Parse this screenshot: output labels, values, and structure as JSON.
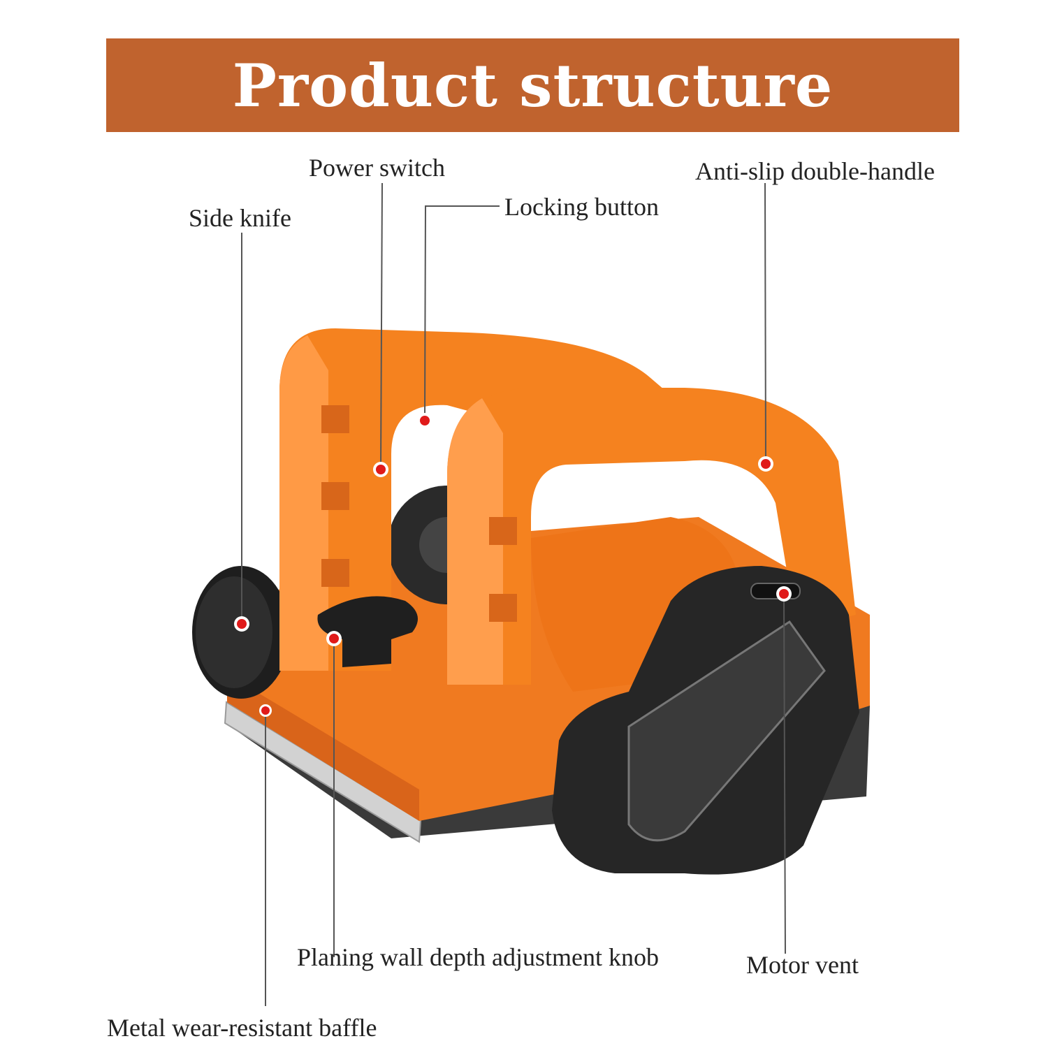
{
  "header": {
    "title": "Product structure"
  },
  "colors": {
    "banner": "#c0632e",
    "body_orange": "#f07a20",
    "body_dark": "#b8530d",
    "body_light": "#ff9a45",
    "black_part": "#222222",
    "metal": "#cfcfcf",
    "marker": "#e01a1a",
    "leader_line": "#555555"
  },
  "callouts": {
    "power_switch": "Power switch",
    "anti_slip_handle": "Anti-slip double-handle",
    "locking_button": "Locking button",
    "side_knife": "Side knife",
    "depth_knob": "Planing wall depth adjustment knob",
    "motor_vent": "Motor vent",
    "metal_baffle": "Metal wear-resistant baffle"
  }
}
